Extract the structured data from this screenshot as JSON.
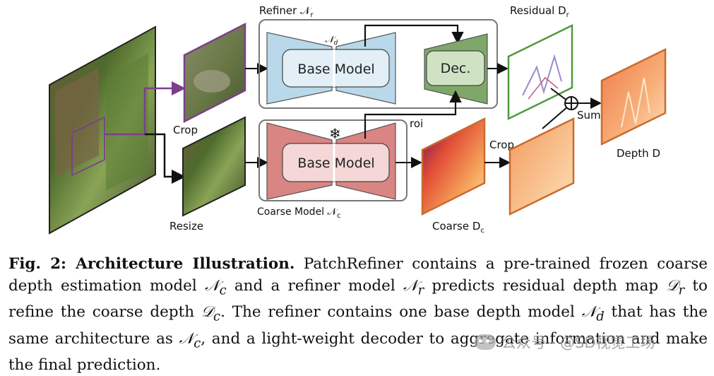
{
  "figure": {
    "labels": {
      "refiner": "Refiner 𝒩",
      "refiner_sub": "r",
      "nd": "𝒩",
      "nd_sub": "d",
      "base_model_top": "Base Model",
      "base_model_bottom": "Base Model",
      "decoder": "Dec.",
      "residual": "Residual D",
      "residual_sub": "r",
      "crop_top": "Crop",
      "crop_right": "Crop",
      "resize": "Resize",
      "roi": "roi",
      "sum": "Sum",
      "depth": "Depth D",
      "coarse_model": "Coarse Model 𝒩",
      "coarse_model_sub": "c",
      "coarse_d": "Coarse D",
      "coarse_d_sub": "c",
      "snowflake": "❄"
    },
    "colors": {
      "refiner_fill": "#b9d8ea",
      "base_inner_top": "#e2eff7",
      "coarse_fill": "#d98583",
      "base_inner_bottom": "#f4d7d6",
      "decoder_fill": "#7fa76a",
      "decoder_inner": "#cfe3c4",
      "purple": "#7b3f8c",
      "green": "#4f9a3b",
      "orange": "#c96b2e"
    }
  },
  "caption": {
    "label": "Fig. 2: Architecture Illustration.",
    "t1": " PatchRefiner contains a pre-trained frozen coarse depth estimation model ",
    "m1": "𝒩",
    "m1s": "c",
    "t2": " and a refiner model ",
    "m2": "𝒩",
    "m2s": "r",
    "t3": " predicts residual depth map ",
    "m3": "𝒟",
    "m3s": "r",
    "t4": " to refine the coarse depth ",
    "m4": "𝒟",
    "m4s": "c",
    "t5": ". The refiner contains one base depth model ",
    "m5": "𝒩",
    "m5s": "d",
    "t6": " that has the same architecture as ",
    "m6": "𝒩",
    "m6s": "c",
    "t7": ", and a light-weight decoder to aggregate information and make the final prediction."
  },
  "watermark": {
    "text": "公众号 · @SD视觉工场"
  }
}
